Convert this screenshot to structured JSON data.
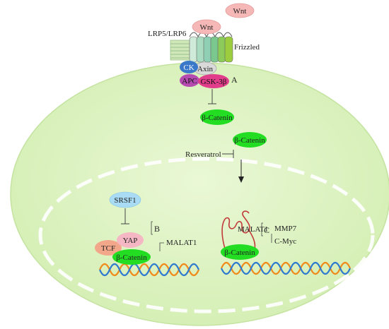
{
  "labels": {
    "wnt_free": "Wnt",
    "wnt_bound": "Wnt",
    "lrp": "LRP5/LRP6",
    "frizzled": "Frizzled",
    "ck": "CK",
    "axin": "Axin",
    "apc": "APC",
    "gsk": "GSK-3β",
    "panel_a": "A",
    "beta_catenin_1": "β-Catenin",
    "beta_catenin_2": "β-Catenin",
    "resveratrol": "Resveratrol",
    "srsf1": "SRSF1",
    "yap": "YAP",
    "tcf": "TCF",
    "beta_catenin_3": "β-Catenin",
    "panel_b": "B",
    "malat1_b": "MALAT1",
    "panel_c": "C",
    "malat1_c": "MALAT1",
    "mmp7": "MMP7",
    "cmyc": "C-Myc",
    "beta_catenin_4": "β-Catenin"
  },
  "colors": {
    "cell_fill": "#dff3c4",
    "cell_edge": "#c4e3a0",
    "catenin_green": "#22dd22",
    "wnt_pink": "#f6b7b7",
    "ck_blue": "#3a78c9",
    "apc_purple": "#b54bb0",
    "gsk_magenta": "#e23d8a",
    "srsf1_blue": "#a9dcf4",
    "yap_pink": "#f6b7c4",
    "tcf_salmon": "#f3a78a",
    "malat1_red": "#c23b3b"
  }
}
